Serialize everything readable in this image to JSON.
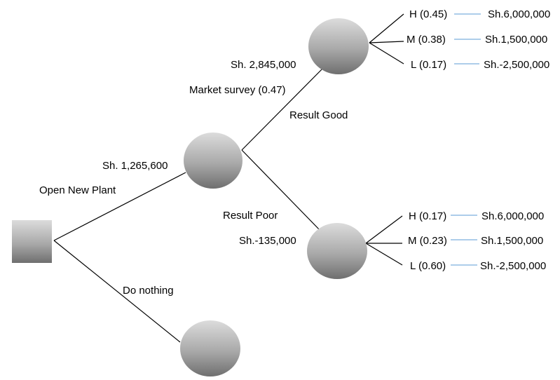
{
  "colors": {
    "line": "#000000",
    "payoff_connector": "#5b9bd5",
    "node_light": "#dcdcdc",
    "node_dark": "#6f6f6f"
  },
  "labels": {
    "open_new_plant": "Open New Plant",
    "do_nothing": "Do nothing",
    "ev_plant": "Sh. 1,265,600",
    "market_survey": "Market survey (0.47)",
    "ev_good": "Sh. 2,845,000",
    "result_good": "Result Good",
    "result_poor": "Result Poor",
    "ev_poor": "Sh.-135,000"
  },
  "good_outcomes": [
    {
      "state": "H (0.45)",
      "payoff": "Sh.6,000,000"
    },
    {
      "state": "M (0.38)",
      "payoff": "Sh.1,500,000"
    },
    {
      "state": "L (0.17)",
      "payoff": "Sh.-2,500,000"
    }
  ],
  "poor_outcomes": [
    {
      "state": "H (0.17)",
      "payoff": "Sh.6,000,000"
    },
    {
      "state": "M (0.23)",
      "payoff": "Sh.1,500,000"
    },
    {
      "state": "L (0.60)",
      "payoff": "Sh.-2,500,000"
    }
  ]
}
